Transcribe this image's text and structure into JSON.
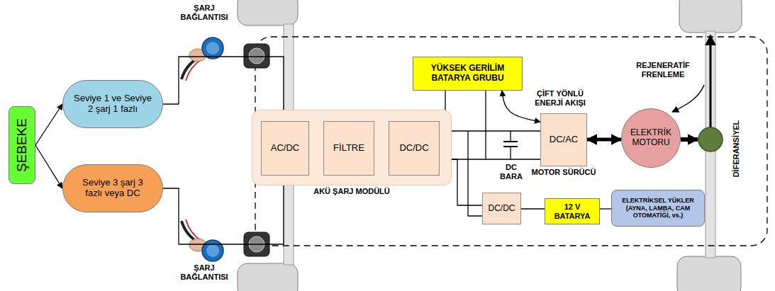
{
  "diagram": {
    "nodes": [
      {
        "text": [
          "ŞEBEKE"
        ]
      },
      {
        "text": [
          "Seviye 1 ve Seviye 2 şarj 1 fazlı"
        ]
      },
      {
        "text": [
          "Seviye 3 şarj 3 fazlı veya DC"
        ]
      },
      {
        "text": [
          "AKÜ ŞARJ MODÜLÜ"
        ]
      },
      {
        "text": [
          "AC/DC"
        ],
        "in": 3
      },
      {
        "text": [
          "FİLTRE"
        ],
        "in": 3
      },
      {
        "text": [
          "DC/DC"
        ],
        "in": 3
      },
      {
        "text": [
          "YÜKSEK GERİLİM BATARYA GRUBU"
        ]
      },
      {
        "text": [
          "DC/AC",
          "MOTOR SÜRÜCÜ"
        ]
      },
      {
        "text": [
          "ELEKTRİK MOTORU"
        ]
      },
      {
        "text": [
          "DC/DC"
        ]
      },
      {
        "text": [
          "12 V BATARYA"
        ]
      },
      {
        "text": [
          "ELEKTRİKSEL YÜKLER (AYNA, LAMBA, CAM OTOMATİĞİ, vs.)"
        ]
      }
    ],
    "edges": [
      {
        "from": 0,
        "to": 1,
        "arrow": "to"
      },
      {
        "from": 0,
        "to": 2,
        "arrow": "to"
      },
      {
        "from": 1,
        "to": 4,
        "arrow": "to"
      },
      {
        "from": 2,
        "to": 4,
        "arrow": "to"
      },
      {
        "from": 4,
        "to": 5,
        "arrow": "to"
      },
      {
        "from": 5,
        "to": 6,
        "arrow": "to"
      },
      {
        "from": 6,
        "to": 8,
        "arrow": "none"
      },
      {
        "from": 7,
        "to": 8,
        "arrow": "both"
      },
      {
        "from": 8,
        "to": 9,
        "arrow": "both"
      },
      {
        "from": 6,
        "to": 10,
        "arrow": "none"
      },
      {
        "from": 10,
        "to": 11,
        "arrow": "none"
      },
      {
        "from": 11,
        "to": 12,
        "arrow": "none"
      }
    ],
    "labels": [
      "ŞARJ BAĞLANTISI",
      "ŞARJ BAĞLANTISI",
      "ÇİFT YÖNLÜ ENERJİ AKIŞI",
      "DC BARA",
      "REJENERATİF FRENLEME",
      "DİFERANSİYEL"
    ]
  }
}
